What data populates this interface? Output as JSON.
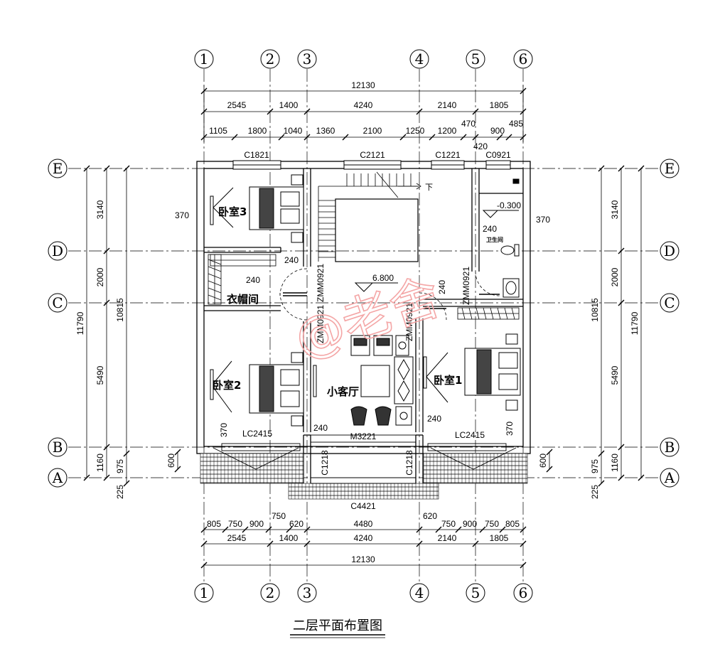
{
  "title": "二层平面布置图",
  "watermark": "@老舍",
  "grid": {
    "columns": [
      "1",
      "2",
      "3",
      "4",
      "5",
      "6"
    ],
    "rows": [
      "E",
      "D",
      "C",
      "B",
      "A"
    ]
  },
  "dims": {
    "top_total": "12130",
    "top_row2": [
      "2545",
      "1400",
      "4240",
      "2140",
      "1805"
    ],
    "top_row3": [
      "1105",
      "1800",
      "1040",
      "1360",
      "2100",
      "1250",
      "1200",
      "470",
      "900",
      "485"
    ],
    "top_small": "420",
    "left_segments": [
      "3140",
      "2000",
      "5490",
      "1160"
    ],
    "left_total_a": "11790",
    "left_total_b": "10815",
    "left_975": "975",
    "left_225": "225",
    "left_600": "600",
    "right_segments": [
      "3140",
      "2000",
      "5490",
      "1160"
    ],
    "right_total_a": "11790",
    "right_total_b": "10815",
    "right_975": "975",
    "right_225": "225",
    "right_600": "600",
    "bottom_row1": [
      "805",
      "750",
      "900",
      "750",
      "620",
      "4480",
      "620",
      "750",
      "900",
      "750",
      "805"
    ],
    "bottom_row2": [
      "2545",
      "1400",
      "4240",
      "2140",
      "1805"
    ],
    "bottom_total": "12130"
  },
  "windows": {
    "c1821": "C1821",
    "c2121": "C2121",
    "c1221": "C1221",
    "c0921": "C0921",
    "lc2415_left": "LC2415",
    "lc2415_right": "LC2415",
    "c1218_left": "C1218",
    "c1218_right": "C1218",
    "c4421": "C4421",
    "m3221": "M3221"
  },
  "doors": {
    "d1": "ZMM0921",
    "d2": "ZMM0921",
    "d3": "ZMM0921",
    "d4": "ZMM0921"
  },
  "rooms": {
    "bedroom3": "卧室3",
    "wardrobe": "衣帽间",
    "bedroom2": "卧室2",
    "living": "小客厅",
    "bedroom1": "卧室1",
    "bathroom": "卫生间"
  },
  "labels": {
    "w240_1": "240",
    "w240_2": "240",
    "w240_3": "240",
    "w240_4": "240",
    "w240_5": "240",
    "w240_6": "240",
    "w370_left": "370",
    "w370_right": "370",
    "w370_b_left": "370",
    "w370_b_right": "370",
    "elev_main": "6.800",
    "elev_bath": "-0.300",
    "stair_down": "下"
  }
}
